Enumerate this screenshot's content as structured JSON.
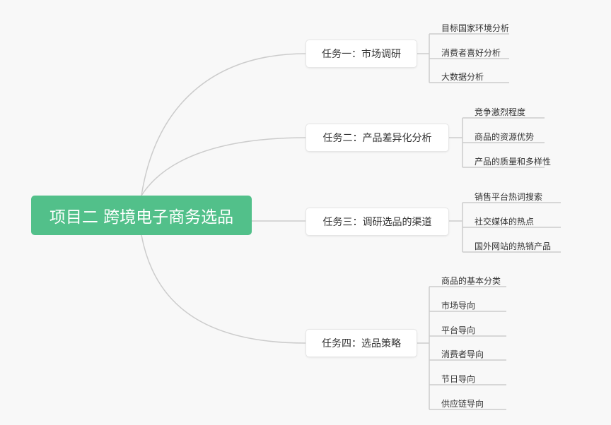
{
  "root": {
    "label": "项目二 跨境电子商务选品"
  },
  "branches": [
    {
      "label": "任务一：市场调研",
      "leaves": [
        "目标国家环境分析",
        "消费者喜好分析",
        "大数据分析"
      ]
    },
    {
      "label": "任务二：产品差异化分析",
      "leaves": [
        "竞争激烈程度",
        "商品的资源优势",
        "产品的质量和多样性"
      ]
    },
    {
      "label": "任务三：调研选品的渠道",
      "leaves": [
        "销售平台热词搜索",
        "社交媒体的热点",
        "国外网站的热销产品"
      ]
    },
    {
      "label": "任务四：选品策略",
      "leaves": [
        "商品的基本分类",
        "市场导向",
        "平台导向",
        "消费者导向",
        "节日导向",
        "供应链导向"
      ]
    }
  ],
  "colors": {
    "root_fill": "#52c08a",
    "line": "#cccccc",
    "background": "#f8f8f8"
  }
}
